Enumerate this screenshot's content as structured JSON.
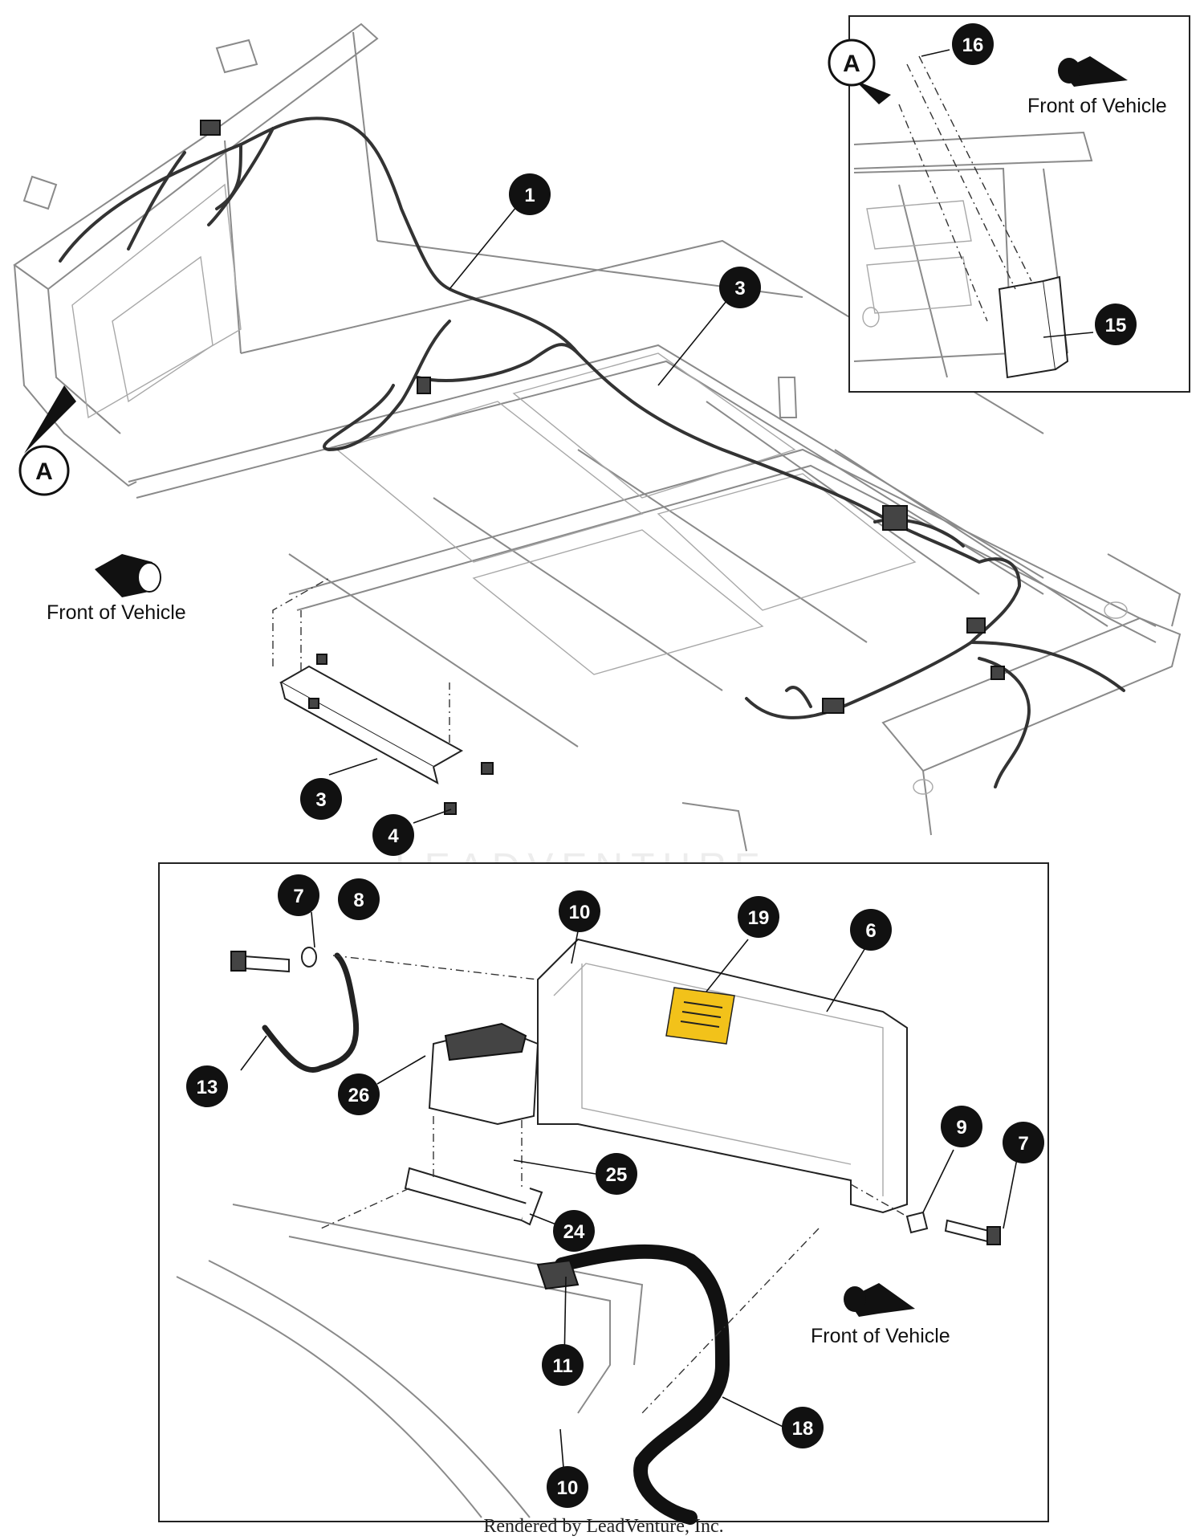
{
  "callouts": {
    "c1": "1",
    "c3a": "3",
    "c3b": "3",
    "c4": "4",
    "c15": "15",
    "c16": "16",
    "c7a": "7",
    "c8": "8",
    "c10a": "10",
    "c19": "19",
    "c6": "6",
    "c13": "13",
    "c26": "26",
    "c9": "9",
    "c7b": "7",
    "c25": "25",
    "c24": "24",
    "c11": "11",
    "c18": "18",
    "c10b": "10"
  },
  "view_labels": {
    "main": "A",
    "inset": "A"
  },
  "front_of_vehicle": {
    "left": "Front of Vehicle",
    "inset": "Front of Vehicle",
    "lower": "Front of Vehicle"
  },
  "footer": "Rendered by LeadVenture, Inc.",
  "watermark": "LEADVENTURE",
  "colors": {
    "callout_fill": "#111111",
    "warning_label": "#f2c21a"
  },
  "icons": [
    "front-of-vehicle-arrow-icon",
    "callout-badge-icon"
  ]
}
